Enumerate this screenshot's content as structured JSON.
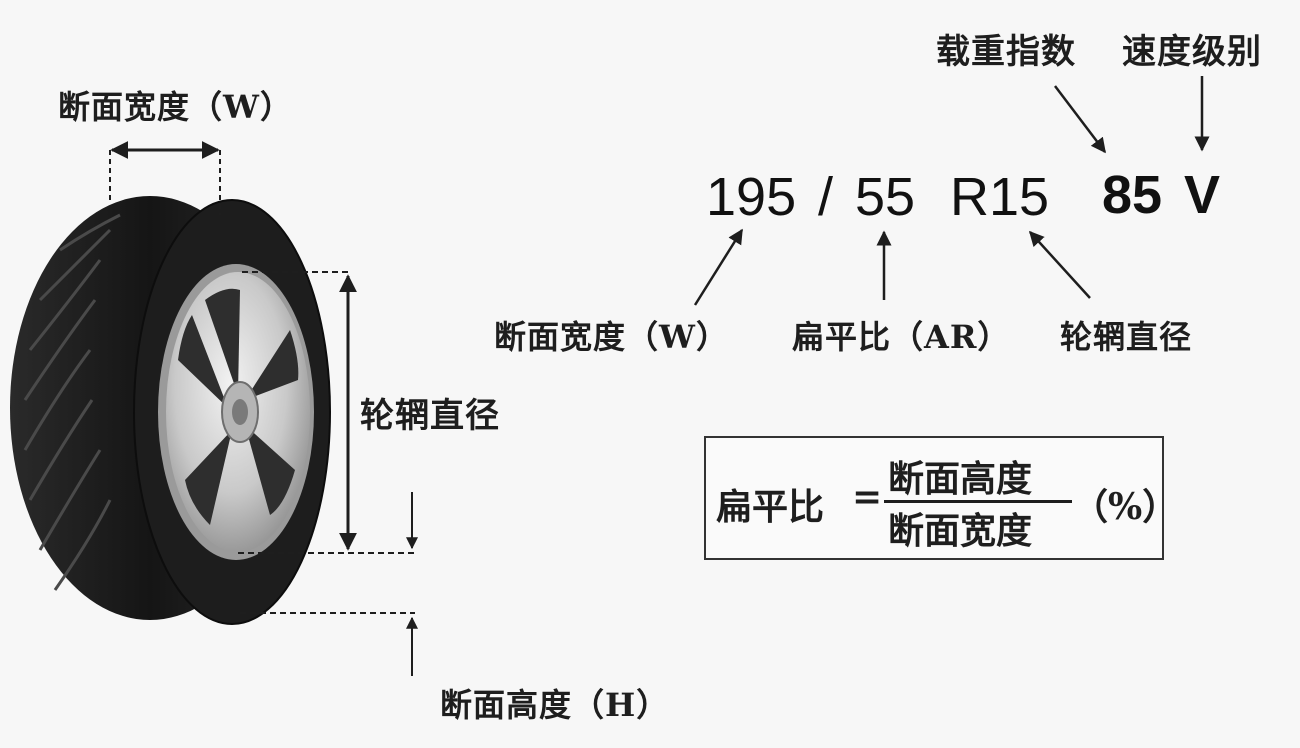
{
  "tire_labels": {
    "section_width": "断面宽度（W）",
    "rim_diameter": "轮辋直径",
    "section_height": "断面高度（H）"
  },
  "size_code": {
    "width": "195",
    "slash": "/",
    "aspect": "55",
    "rim": "R15",
    "load": "85",
    "speed": "V"
  },
  "size_labels": {
    "load_index": "载重指数",
    "speed_rating": "速度级别",
    "section_width": "断面宽度（W）",
    "aspect_ratio": "扁平比（AR）",
    "rim_diameter": "轮辋直径"
  },
  "formula": {
    "lhs": "扁平比",
    "equals": "=",
    "numerator": "断面高度",
    "denominator": "断面宽度",
    "unit": "（%）"
  },
  "colors": {
    "text": "#1e1e1e",
    "tire": "#1c1c1c",
    "rim": "#c8c8c8",
    "background": "#f7f7f7"
  },
  "icons": [
    "tire-wheel-icon"
  ]
}
